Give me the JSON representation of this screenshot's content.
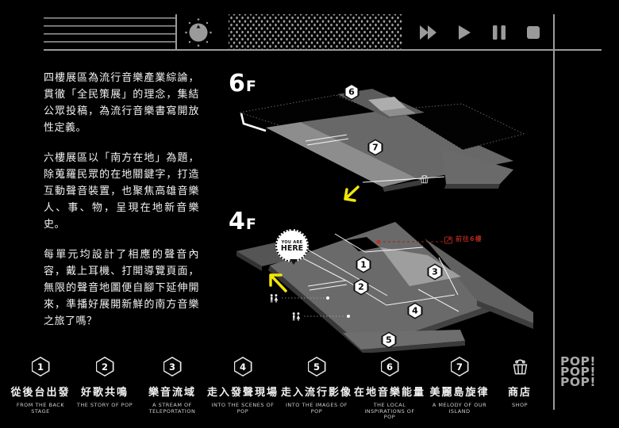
{
  "colors": {
    "background": "#000000",
    "muted_gray": "#9a9a9a",
    "map_gray": "#6a6a6a",
    "accent_yellow": "#f2e50b",
    "accent_red": "#a5281b"
  },
  "icons": {
    "topbar": [
      "volume-knob",
      "fast-forward",
      "play",
      "pause",
      "stop"
    ],
    "map": [
      "shop-basket",
      "restroom-figures",
      "escalator-up",
      "you-are-here-bubble",
      "yellow-arrow"
    ]
  },
  "intro": {
    "p1": "四樓展區為流行音樂產業綜論，貫徹「全民策展」的理念，集結公眾投稿，為流行音樂書寫開放性定義。",
    "p2": "六樓展區以「南方在地」為題，除蒐羅民眾的在地關鍵字，打造互動聲音裝置，也聚焦高雄音樂人、事、物，呈現在地新音樂史。",
    "p3": "每單元均設計了相應的聲音內容，戴上耳機、打開導覽頁面，無限的聲音地圖便自腳下延伸開來，準播好展開新鮮的南方音樂之旅了嗎？"
  },
  "maps": {
    "floor6": {
      "label": "6",
      "suffix": "F",
      "markers": [
        "6",
        "7"
      ]
    },
    "floor4": {
      "label": "4",
      "suffix": "F",
      "markers": [
        "1",
        "2",
        "3",
        "4",
        "5"
      ],
      "you_are_here": {
        "line1": "YOU ARE",
        "line2": "HERE"
      },
      "goto_6f": "前往6樓"
    }
  },
  "legend": {
    "items": [
      {
        "num": "1",
        "zh": "從後台出發",
        "en": "FROM THE BACK STAGE"
      },
      {
        "num": "2",
        "zh": "好歌共鳴",
        "en": "THE STORY OF POP"
      },
      {
        "num": "3",
        "zh": "樂音流域",
        "en": "A STREAM OF TELEPORTATION"
      },
      {
        "num": "4",
        "zh": "走入發聲現場",
        "en": "INTO THE SCENES OF POP"
      },
      {
        "num": "5",
        "zh": "走入流行影像",
        "en": "INTO THE IMAGES OF POP"
      },
      {
        "num": "6",
        "zh": "在地音樂能量",
        "en": "THE LOCAL INSPIRATIONS OF POP"
      },
      {
        "num": "7",
        "zh": "美麗島旋律",
        "en": "A MELODY OF OUR ISLAND"
      }
    ],
    "shop": {
      "zh": "商店",
      "en": "SHOP"
    }
  },
  "logo": {
    "l1": "POP!",
    "l2": "POP!",
    "l3": "POP!"
  }
}
